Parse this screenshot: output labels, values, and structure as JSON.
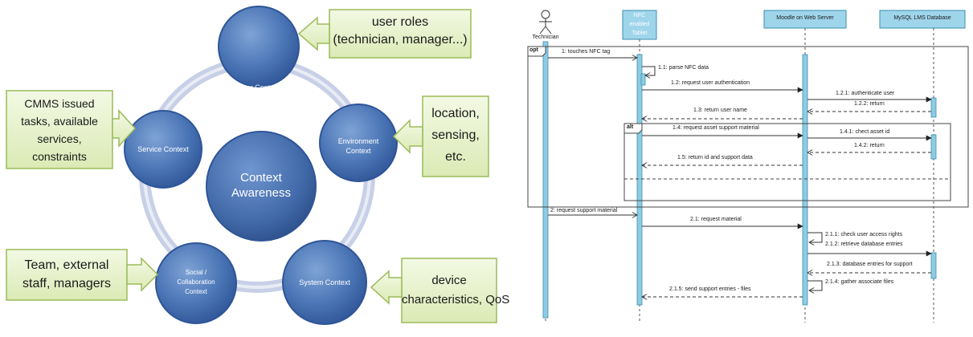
{
  "context_diagram": {
    "center": {
      "line1": "Context",
      "line2": "Awareness"
    },
    "nodes": {
      "user": "User Context",
      "environment": {
        "line1": "Environment",
        "line2": "Context"
      },
      "system": "System Context",
      "social": {
        "line1": "Social /",
        "line2": "Collaboration",
        "line3": "Context"
      },
      "service": "Service Context"
    },
    "callouts": {
      "user": {
        "line1": "user roles",
        "line2": "(technician, manager...)"
      },
      "environment": {
        "line1": "location,",
        "line2": "sensing,",
        "line3": "etc."
      },
      "system": {
        "line1": "device",
        "line2": "characteristics, QoS"
      },
      "social": {
        "line1": "Team, external",
        "line2": "staff, managers"
      },
      "service": {
        "line1": "CMMS issued",
        "line2": "tasks, available",
        "line3": "services,",
        "line4": "constraints"
      }
    },
    "colors": {
      "node_fill": "#4a75b5",
      "node_stroke": "#2f5597",
      "callout_fill": "#e5f1c9",
      "callout_stroke": "#9bbb59",
      "ring": "#c7d0e6"
    }
  },
  "sequence_diagram": {
    "lifelines": {
      "technician": "Technician",
      "tablet": {
        "line1": "NFC",
        "line2": "enabled",
        "line3": "Tablet"
      },
      "moodle": "Moodle on Web Server",
      "mysql": "MySQL LMS Database"
    },
    "fragments": {
      "opt": "opt",
      "alt": "alt"
    },
    "messages": {
      "m1": "1: touches NFC tag",
      "m1_1": "1.1: parse NFC data",
      "m1_2": "1.2: request user authentication",
      "m1_2_1": "1.2.1: authenticate user",
      "m1_2_2": "1.2.2: return",
      "m1_3": "1.3: return user name",
      "m1_4": "1.4: request asset support material",
      "m1_4_1": "1.4.1: chect asset id",
      "m1_4_2": "1.4.2: return",
      "m1_5": "1.5: return id and support data",
      "m2": "2: request support material",
      "m2_1": "2.1: request material",
      "m2_1_1": "2.1.1: check user access rights",
      "m2_1_2": "2.1.2: retrieve database entries",
      "m2_1_3": "2.1.3: database entries for support",
      "m2_1_4": "2.1.4: gather associate files",
      "m2_1_5": "2.1.5: send support entries - files"
    },
    "colors": {
      "header_fill": "#9fd5ea",
      "activation_fill": "#8fcbe3",
      "line": "#333333"
    }
  }
}
